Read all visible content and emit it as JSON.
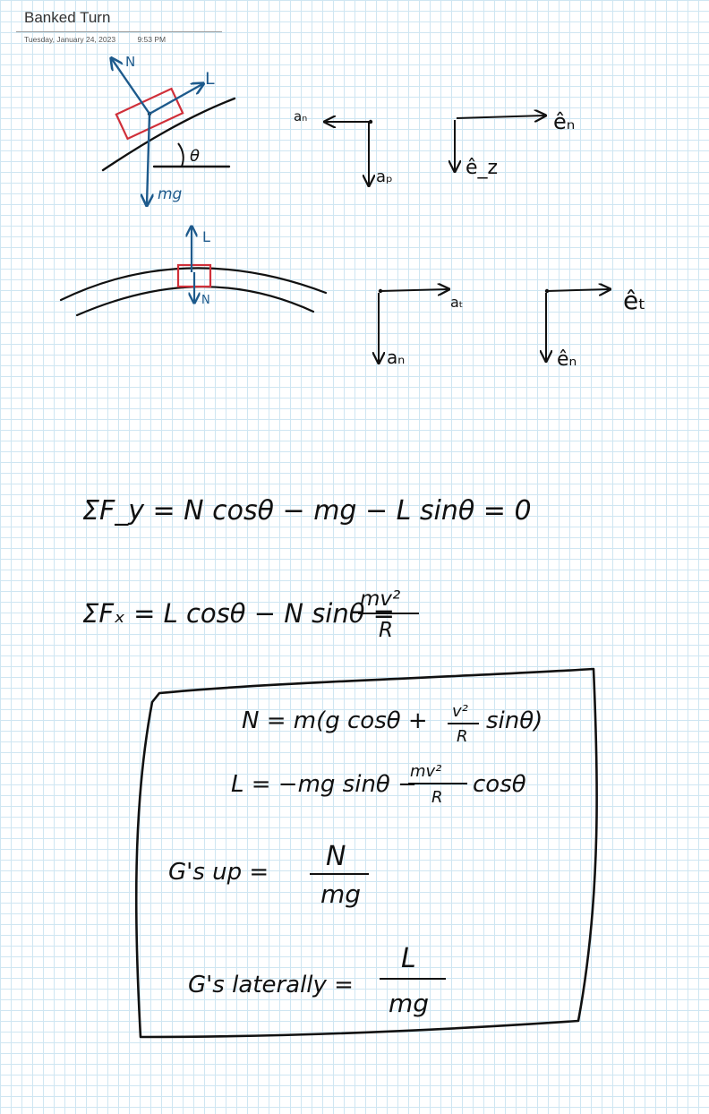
{
  "page": {
    "title": "Banked Turn",
    "date": "Tuesday, January 24, 2023",
    "time": "9:53 PM"
  },
  "colors": {
    "ink": "#111111",
    "blue": "#1d5a8c",
    "red": "#d0303a",
    "grid": "#cfe6f2"
  },
  "diagram_side": {
    "normal_label": "N",
    "lift_label": "L",
    "weight_label": "mg",
    "angle_label": "θ"
  },
  "accel_frame_1": {
    "horizontal": "aₙ",
    "vertical": "aₚ"
  },
  "unit_frame_1": {
    "horizontal": "êₙ",
    "vertical": "ê_z"
  },
  "diagram_top": {
    "up_label": "L",
    "down_label": "N"
  },
  "accel_frame_2": {
    "horizontal": "aₜ",
    "vertical": "aₙ"
  },
  "unit_frame_2": {
    "horizontal": "êₜ",
    "vertical": "êₙ"
  },
  "equations": {
    "sum_fy": "ΣF_y = N cosθ − mg − L sinθ = 0",
    "sum_fx_lhs": "ΣFₓ = L cosθ − N sinθ =",
    "sum_fx_num": "mv²",
    "sum_fx_den": "R"
  },
  "boxed": {
    "n_lhs": "N = m(g cosθ +",
    "n_frac_num": "v²",
    "n_frac_den": "R",
    "n_rhs": "sinθ)",
    "l_lhs": "L = −mg sinθ −",
    "l_frac_num": "mv²",
    "l_frac_den": "R",
    "l_rhs": "cosθ",
    "gs_up_label": "G's up =",
    "gs_up_num": "N",
    "gs_up_den": "mg",
    "gs_lat_label": "G's laterally =",
    "gs_lat_num": "L",
    "gs_lat_den": "mg"
  }
}
